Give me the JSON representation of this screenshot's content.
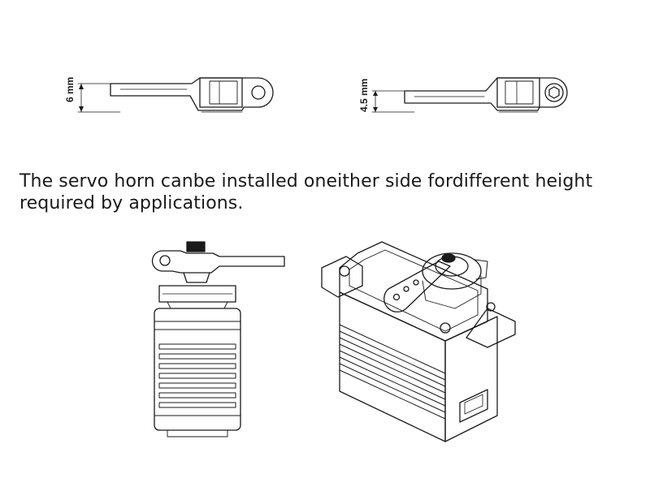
{
  "dimensions": {
    "horn_low_label": "6 mm",
    "horn_high_label": "4.5 mm"
  },
  "caption": {
    "line1": "The servo horn canbe installed oneither side fordifferent height",
    "line2": "required by applications."
  },
  "colors": {
    "line": "#1a1a1a",
    "background": "#ffffff"
  }
}
